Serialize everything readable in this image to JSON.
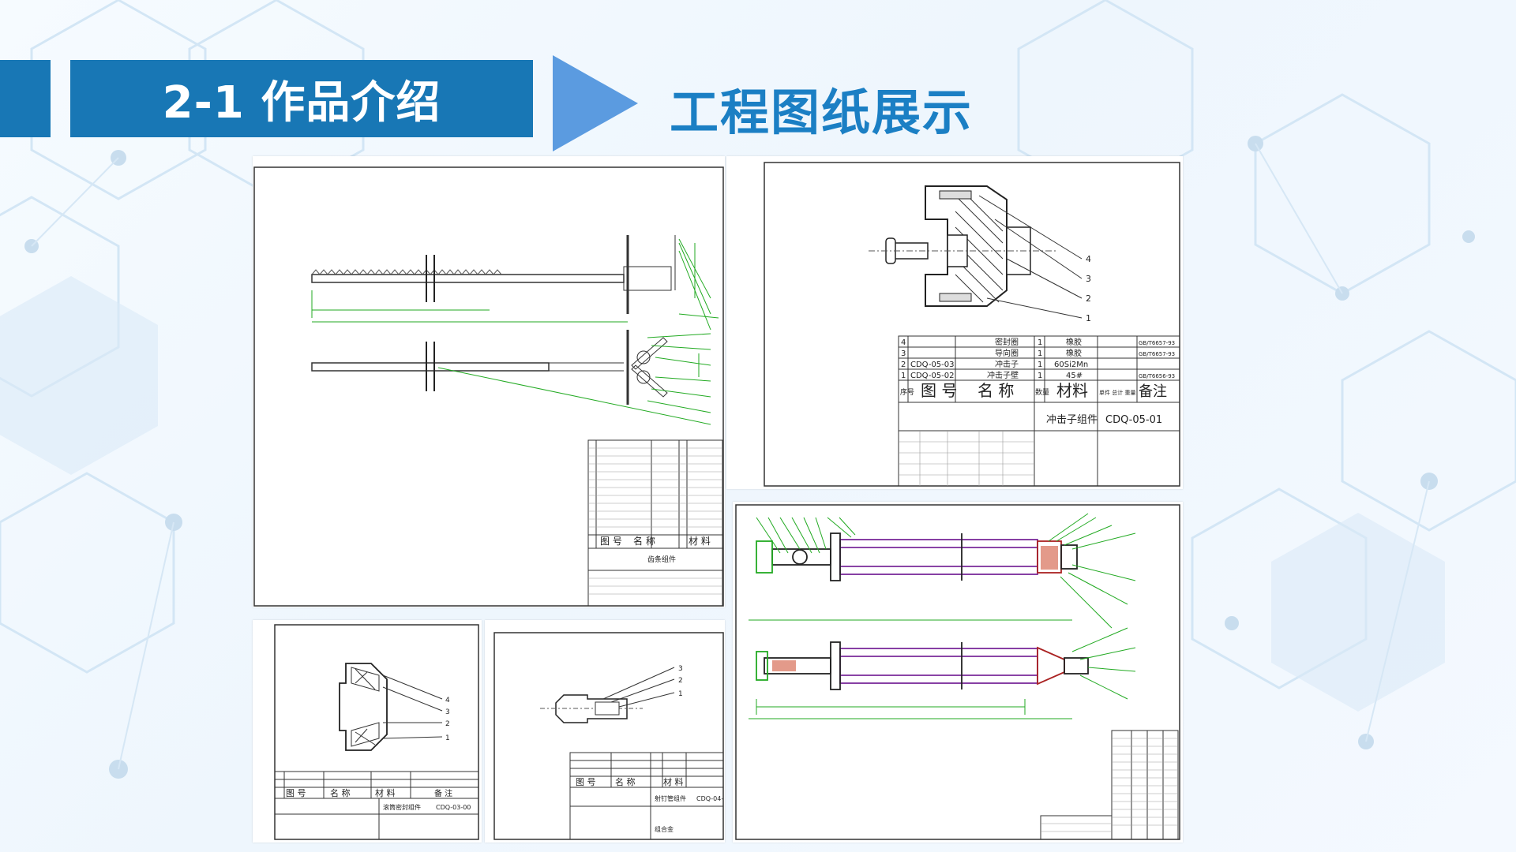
{
  "header": {
    "section_title": "2-1 作品介绍",
    "subtitle": "工程图纸展示"
  },
  "drawings": {
    "top_right": {
      "parts": [
        {
          "no": "4",
          "code": "",
          "name": "密封圈",
          "qty": "1",
          "material": "橡胶",
          "note": "GB/T6657-93"
        },
        {
          "no": "3",
          "code": "",
          "name": "导向圈",
          "qty": "1",
          "material": "橡胶",
          "note": "GB/T6657-93"
        },
        {
          "no": "2",
          "code": "CDQ-05-03",
          "name": "冲击子",
          "qty": "1",
          "material": "60Si2Mn",
          "note": ""
        },
        {
          "no": "1",
          "code": "CDQ-05-02",
          "name": "冲击子壁",
          "qty": "1",
          "material": "45#",
          "note": "GB/T6656-93"
        }
      ],
      "header_cells": {
        "seq": "序号",
        "code": "图 号",
        "name": "名 称",
        "qty": "数量",
        "material": "材料",
        "weight": "单件 总计 重量",
        "note": "备注"
      },
      "assembly_name": "冲击子组件",
      "assembly_code": "CDQ-05-01",
      "callouts": [
        "4",
        "3",
        "2",
        "1"
      ]
    },
    "bottom_left": {
      "assembly_name": "滚筒密封组件",
      "assembly_code": "CDQ-03-00",
      "callouts": [
        "4",
        "3",
        "2",
        "1"
      ],
      "header_cells": {
        "code": "图 号",
        "name": "名 称",
        "material": "材 料",
        "note": "备 注"
      }
    },
    "bottom_mid": {
      "assembly_name": "射钉管组件",
      "assembly_code": "CDQ-04-",
      "callouts": [
        "3",
        "2",
        "1"
      ],
      "header_cells": {
        "code": "图 号",
        "name": "名 称",
        "material": "材 料"
      },
      "footer": "组合金"
    },
    "top_left": {
      "assembly_name": "齿条组件",
      "header_cells": {
        "code": "图 号",
        "name": "名 称",
        "material": "材 料"
      }
    }
  }
}
